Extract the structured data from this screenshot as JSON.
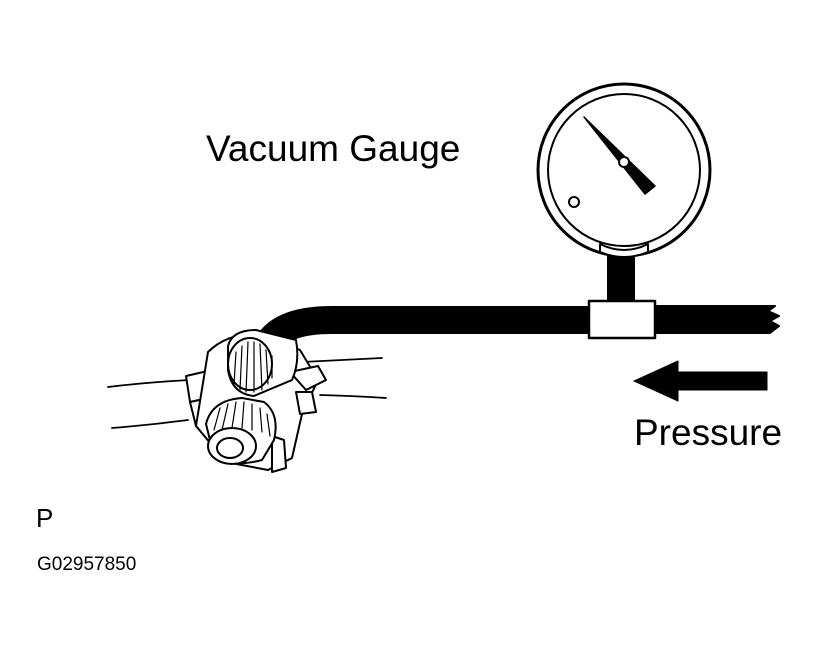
{
  "labels": {
    "vacuum_gauge": "Vacuum Gauge",
    "pressure": "Pressure",
    "view_letter": "P",
    "figure_code": "G02957850"
  }
}
